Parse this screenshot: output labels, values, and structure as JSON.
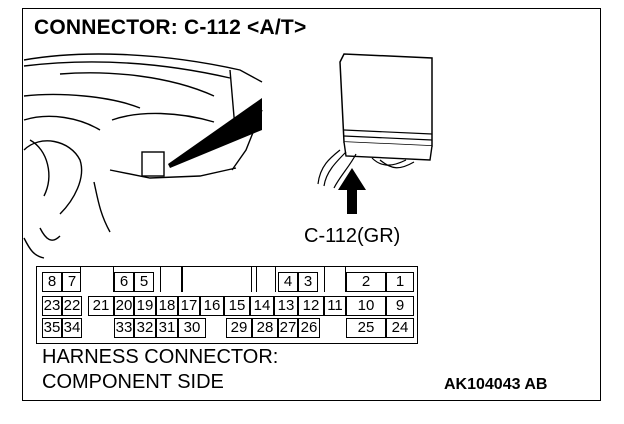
{
  "title": "CONNECTOR: C-112 <A/T>",
  "connector_label": "C-112(GR)",
  "caption_line1": "HARNESS CONNECTOR:",
  "caption_line2": "COMPONENT SIDE",
  "figure_code": "AK104043 AB",
  "pins": {
    "row1": [
      "8",
      "7",
      "6",
      "5",
      "4",
      "3",
      "2",
      "1"
    ],
    "row2": [
      "23",
      "22",
      "21",
      "20",
      "19",
      "18",
      "17",
      "16",
      "15",
      "14",
      "13",
      "12",
      "11",
      "10",
      "9"
    ],
    "row3": [
      "35",
      "34",
      "33",
      "32",
      "31",
      "30",
      "29",
      "28",
      "27",
      "26",
      "25",
      "24"
    ]
  }
}
